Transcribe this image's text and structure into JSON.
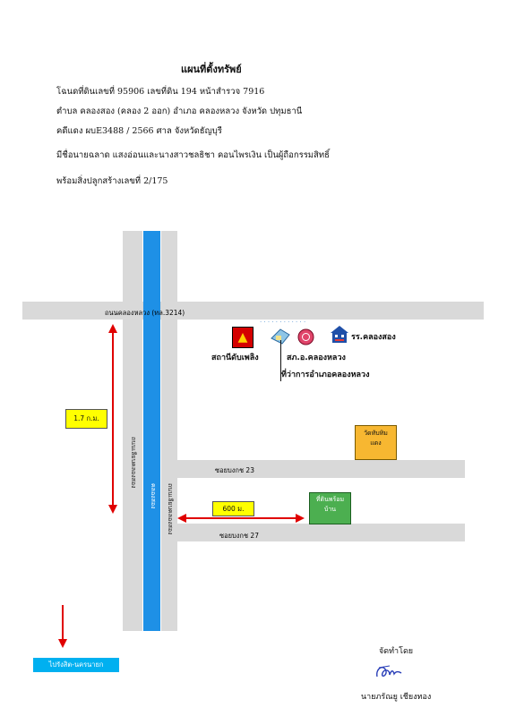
{
  "header": {
    "title": "แผนที่ตั้งทรัพย์",
    "line1": "โฉนดที่ดินเลขที่  95906    เลขที่ดิน   194   หน้าสำรวจ  7916",
    "line2": "ตำบล คลองสอง (คลอง 2 ออก)    อำเภอ  คลองหลวง   จังหวัด  ปทุมธานี",
    "line3": "คดีแดง  ผบE3488 / 2566     ศาล จังหวัดธัญบุรี",
    "owner": "มีชื่อนายฉลาด แสงอ่อนและนางสาวชลธิชา คอนไพรเงิน เป็นผู้ถือกรรมสิทธิ์",
    "building": "พร้อมสิ่งปลูกสร้างเลขที่ 2/175"
  },
  "map": {
    "main_road": "ถนนคลองหลวง (ทล.3214)",
    "left_road": "ถนนเลียบคลองสอง",
    "canal": "คลองสอง",
    "right_road": "ถนนเลียบคลองสอง",
    "soi23": "ซอยบงกช 23",
    "soi27": "ซอยบงกช 27",
    "distance_main": "1.7 ก.ม.",
    "distance_soi": "600 ม.",
    "temple": "วัดทับทิมแดง",
    "property": "ที่ดินพร้อมบ้าน",
    "direction": "ไปรังสิต-นครนายก",
    "poi_fire": "สถานีดับเพลิง",
    "poi_police": "สภ.อ.คลองหลวง",
    "poi_school": "รร.คลองสอง",
    "poi_district": "ที่ว่าการอำเภอคลองหลวง"
  },
  "footer": {
    "made_by": "จัดทำโดย",
    "name": "นายภรัณยู เชียงทอง"
  },
  "colors": {
    "road": "#d9d9d9",
    "canal": "#1e90e6",
    "arrow": "#e00000",
    "yellow": "#ffff00",
    "temple": "#f7b731",
    "property": "#4caf50"
  }
}
